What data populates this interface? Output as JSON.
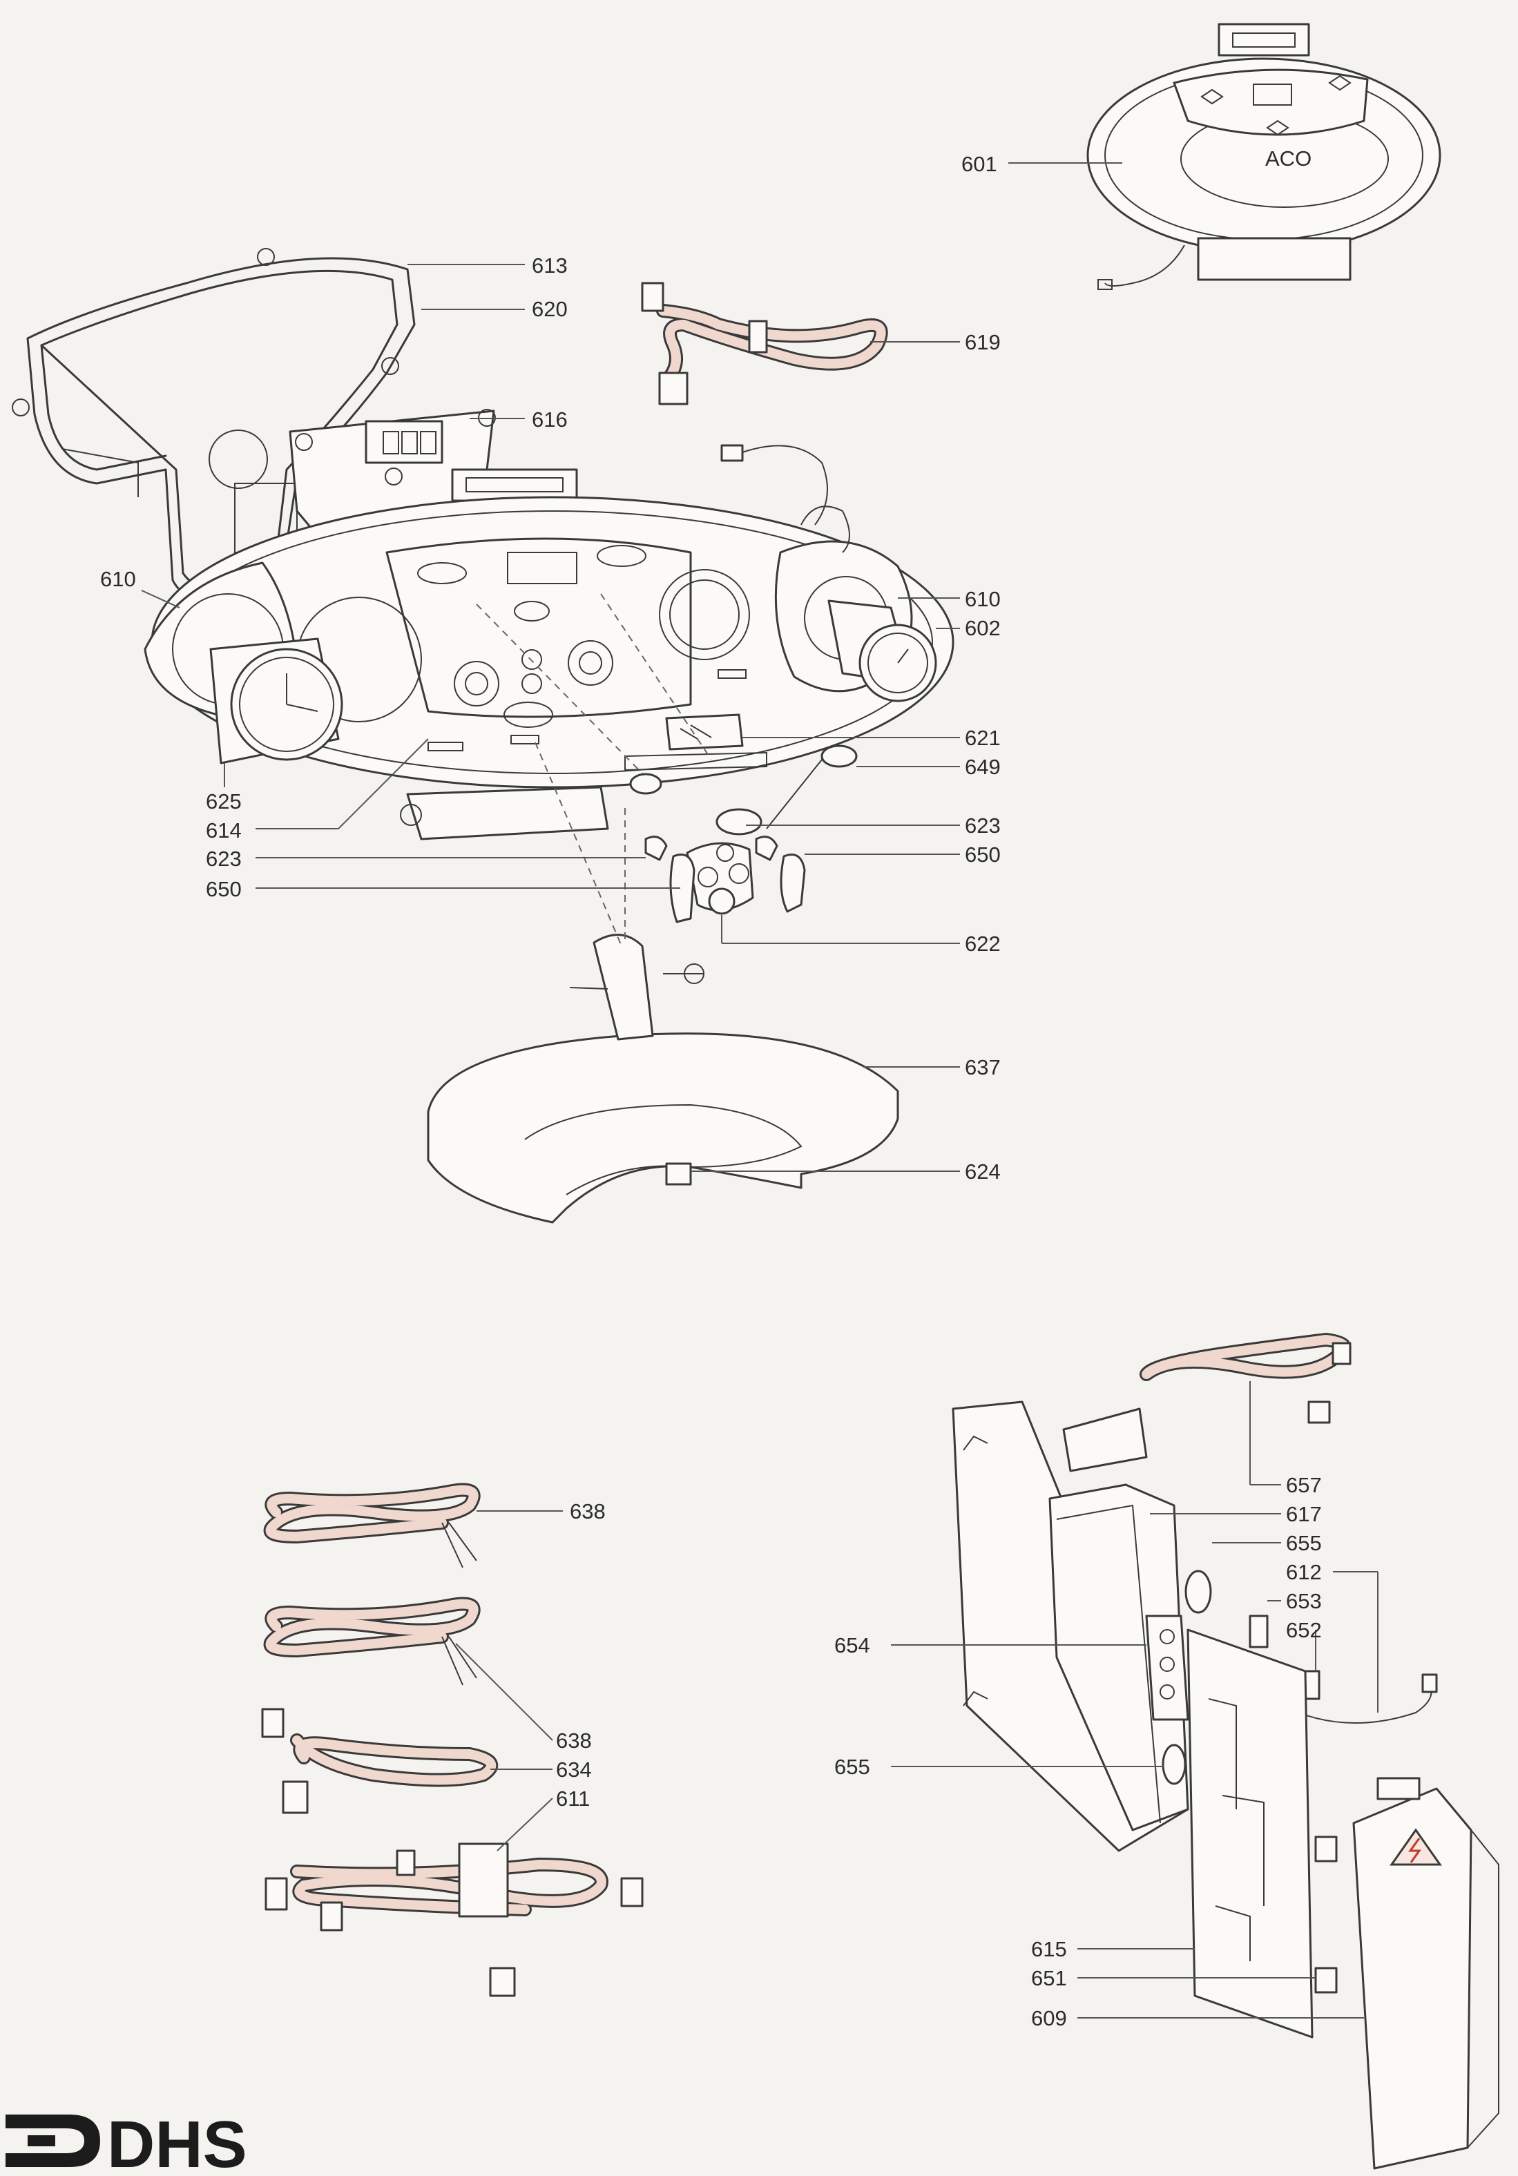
{
  "accent_color": "#f0d8cf",
  "logo": {
    "text": "DHS",
    "icon": "dhs-arrow-logo-icon"
  },
  "top_panel": {
    "screen_text": "ACO"
  },
  "callouts": [
    {
      "id": "601",
      "label": "601"
    },
    {
      "id": "613",
      "label": "613"
    },
    {
      "id": "620",
      "label": "620"
    },
    {
      "id": "619",
      "label": "619"
    },
    {
      "id": "616",
      "label": "616"
    },
    {
      "id": "610a",
      "label": "610"
    },
    {
      "id": "610b",
      "label": "610"
    },
    {
      "id": "602",
      "label": "602"
    },
    {
      "id": "621",
      "label": "621"
    },
    {
      "id": "649",
      "label": "649"
    },
    {
      "id": "625",
      "label": "625"
    },
    {
      "id": "614",
      "label": "614"
    },
    {
      "id": "623a",
      "label": "623"
    },
    {
      "id": "623b",
      "label": "623"
    },
    {
      "id": "650a",
      "label": "650"
    },
    {
      "id": "650b",
      "label": "650"
    },
    {
      "id": "622",
      "label": "622"
    },
    {
      "id": "637",
      "label": "637"
    },
    {
      "id": "624",
      "label": "624"
    },
    {
      "id": "638a",
      "label": "638"
    },
    {
      "id": "638b",
      "label": "638"
    },
    {
      "id": "634",
      "label": "634"
    },
    {
      "id": "611",
      "label": "611"
    },
    {
      "id": "657",
      "label": "657"
    },
    {
      "id": "617",
      "label": "617"
    },
    {
      "id": "655a",
      "label": "655"
    },
    {
      "id": "612",
      "label": "612"
    },
    {
      "id": "653",
      "label": "653"
    },
    {
      "id": "652",
      "label": "652"
    },
    {
      "id": "654",
      "label": "654"
    },
    {
      "id": "655b",
      "label": "655"
    },
    {
      "id": "615",
      "label": "615"
    },
    {
      "id": "651",
      "label": "651"
    },
    {
      "id": "609",
      "label": "609"
    }
  ]
}
